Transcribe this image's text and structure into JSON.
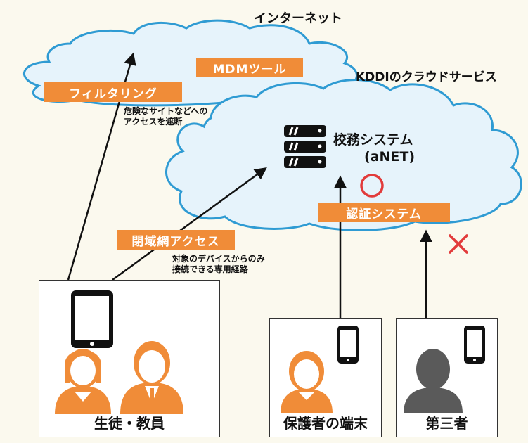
{
  "internet": {
    "title": "インターネット",
    "mdm_tag": "MDMツール"
  },
  "cloud": {
    "title": "KDDIのクラウドサービス",
    "school_system": "校務システム",
    "school_system_sub": "(aNET)",
    "auth_tag": "認証システム"
  },
  "filtering": {
    "tag": "フィルタリング",
    "note_line1": "危険なサイトなどへの",
    "note_line2": "アクセスを遮断"
  },
  "closed_network": {
    "tag": "閉域網アクセス",
    "note_line1": "対象のデバイスからのみ",
    "note_line2": "接続できる専用経路"
  },
  "users": {
    "students_teachers": "生徒・教員",
    "guardian_device": "保護者の端末",
    "third_party": "第三者"
  },
  "marks": {
    "allowed": "○",
    "denied": "×"
  },
  "colors": {
    "accent": "#f08c38",
    "cloud_fill": "#e6f3fb",
    "cloud_stroke": "#2f9bd3",
    "deny": "#e23b3b",
    "allow": "#e23b3b"
  },
  "icons": [
    "server-icon",
    "tablet-icon",
    "smartphone-icon",
    "person-icon"
  ]
}
